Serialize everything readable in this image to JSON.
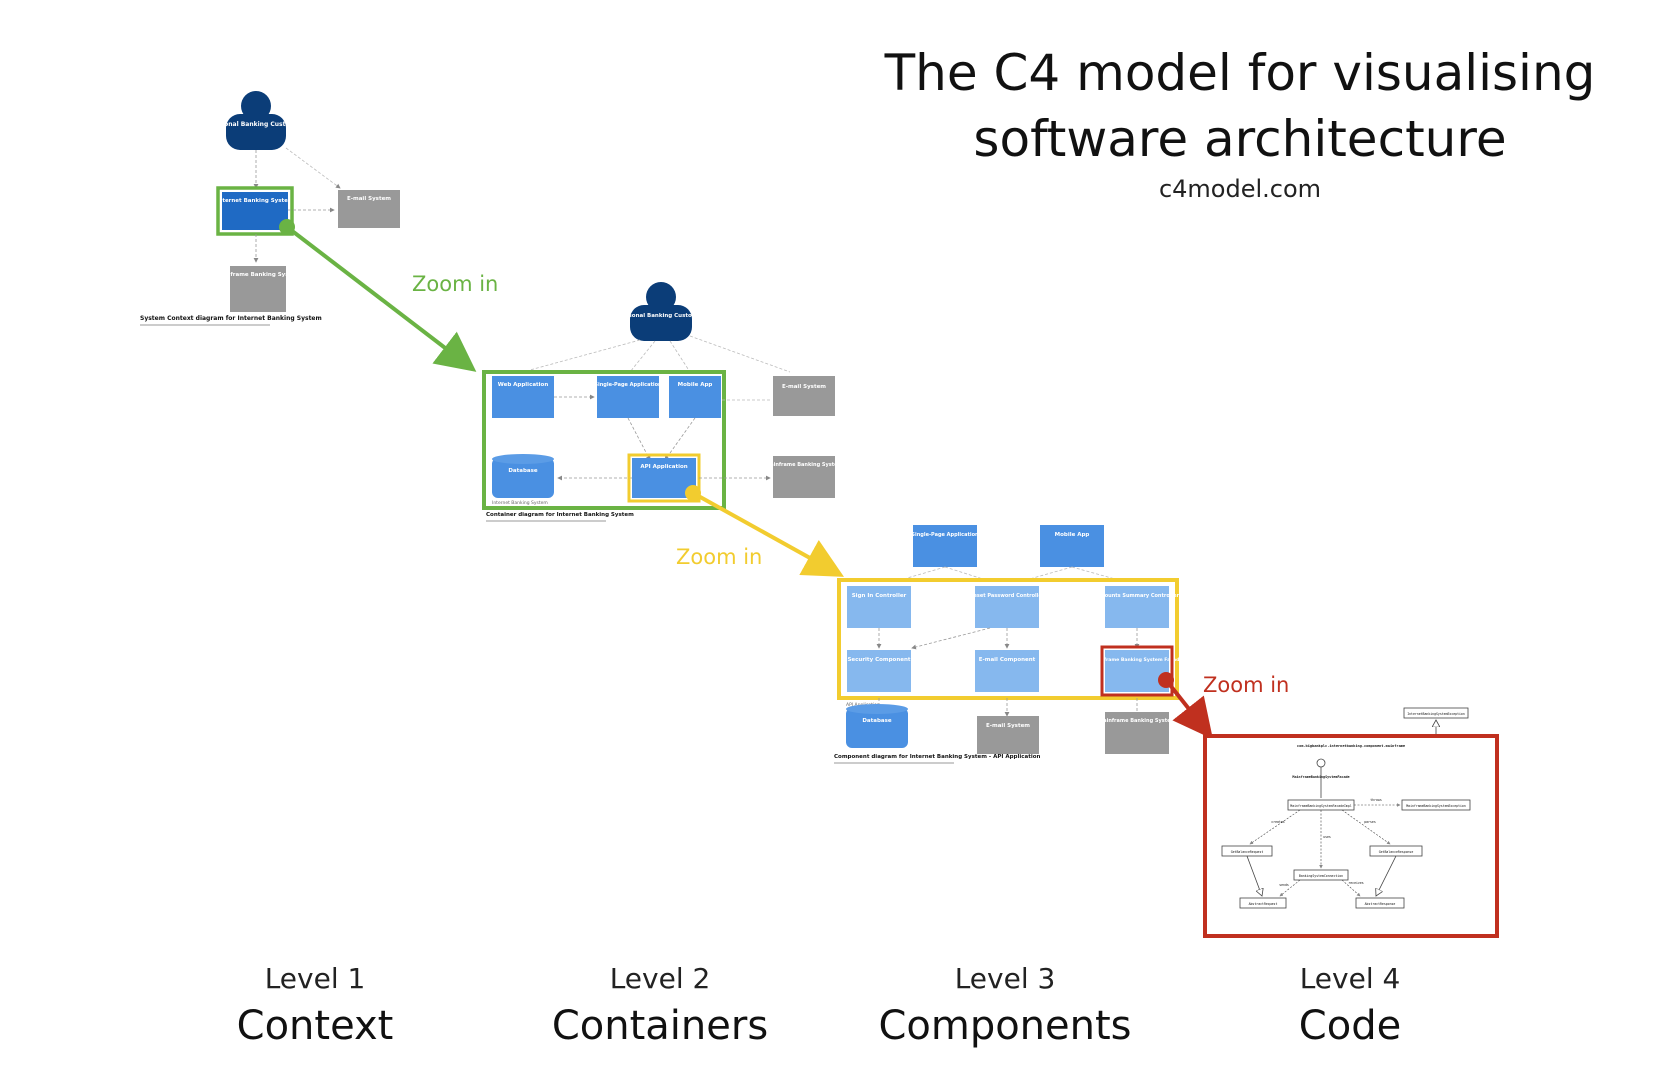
{
  "title_line1": "The C4 model for visualising",
  "title_line2": "software architecture",
  "subtitle": "c4model.com",
  "levels": [
    {
      "num": "Level 1",
      "name": "Context"
    },
    {
      "num": "Level 2",
      "name": "Containers"
    },
    {
      "num": "Level 3",
      "name": "Components"
    },
    {
      "num": "Level 4",
      "name": "Code"
    }
  ],
  "zoom_labels": [
    {
      "text": "Zoom in",
      "color": "#6ab344"
    },
    {
      "text": "Zoom in",
      "color": "#f2cc2f"
    },
    {
      "text": "Zoom in",
      "color": "#c0301f"
    }
  ],
  "colors": {
    "person": "#0b3d78",
    "system": "#1f6ac4",
    "container": "#4a90e2",
    "component": "#86b8ee",
    "external": "#999999",
    "green": "#6ab344",
    "yellow": "#f2cc2f",
    "red": "#c0301f"
  },
  "diagrams": {
    "context": {
      "person": "Personal Banking Customer",
      "system": "Internet Banking System",
      "email": "E-mail System",
      "mainframe": "Mainframe Banking System",
      "caption": "System Context diagram for Internet Banking System"
    },
    "containers": {
      "person": "Personal Banking Customer",
      "web_app": "Web Application",
      "spa": "Single-Page Application",
      "mobile": "Mobile App",
      "email": "E-mail System",
      "database": "Database",
      "api": "API Application",
      "mainframe": "Mainframe Banking System",
      "boundary": "Internet Banking System",
      "caption": "Container diagram for Internet Banking System"
    },
    "components": {
      "spa": "Single-Page Application",
      "mobile": "Mobile App",
      "signin": "Sign In Controller",
      "reset": "Reset Password Controller",
      "accounts": "Accounts Summary Controller",
      "security": "Security Component",
      "email_comp": "E-mail Component",
      "facade": "Mainframe Banking System Facade",
      "boundary": "API Application",
      "database": "Database",
      "email": "E-mail System",
      "mainframe": "Mainframe Banking System",
      "caption": "Component diagram for Internet Banking System - API Application"
    },
    "code": {
      "package": "com.bigbankplc.internetbanking.component.mainframe",
      "interface": "MainframeBankingSystemFacade",
      "exception": "InternetBankingSystemException",
      "impl": "MainframeBankingSystemFacadeImpl",
      "mf_exception": "MainframeBankingSystemException",
      "get_req": "GetBalanceRequest",
      "get_resp": "GetBalanceResponse",
      "connection": "BankingSystemConnection",
      "abs_req": "AbstractRequest",
      "abs_resp": "AbstractResponse",
      "rel_throws": "throws",
      "rel_creates": "creates",
      "rel_parses": "parses",
      "rel_uses": "uses",
      "rel_sends": "sends",
      "rel_receives": "receives"
    }
  }
}
